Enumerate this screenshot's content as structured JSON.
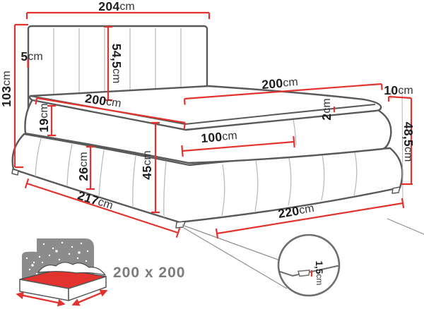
{
  "diagram": {
    "dimension_labels": {
      "headboard_width": {
        "value": "204",
        "unit": "cm"
      },
      "total_height": {
        "value": "103",
        "unit": "cm"
      },
      "headboard_side": {
        "value": "5",
        "unit": "cm"
      },
      "headboard_panel": {
        "value": "54,5",
        "unit": "cm"
      },
      "sleep_length": {
        "value": "200",
        "unit": "cm"
      },
      "sleep_width": {
        "value": "200",
        "unit": "cm"
      },
      "mattress_half": {
        "value": "100",
        "unit": "cm"
      },
      "mattress_height": {
        "value": "19",
        "unit": "cm"
      },
      "base_height": {
        "value": "26",
        "unit": "cm"
      },
      "side_height": {
        "value": "45",
        "unit": "cm"
      },
      "topper_height": {
        "value": "2",
        "unit": "cm"
      },
      "rear_offset": {
        "value": "10",
        "unit": "cm"
      },
      "overall_side_height": {
        "value": "48,5",
        "unit": "cm"
      },
      "overall_length": {
        "value": "217",
        "unit": "cm"
      },
      "overall_width": {
        "value": "220",
        "unit": "cm"
      },
      "leg_height": {
        "value": "1,5",
        "unit": "cm"
      }
    },
    "size_badge": "200 x 200",
    "colors": {
      "dimension_red": "#e2332e",
      "outline_gray": "#58595b",
      "seam_gray": "#bcbcbc",
      "label_dark": "#1d1d1f",
      "icon_gray": "#8c8c8c",
      "badge_gray": "#7c7c7c",
      "background": "#ffffff"
    }
  }
}
